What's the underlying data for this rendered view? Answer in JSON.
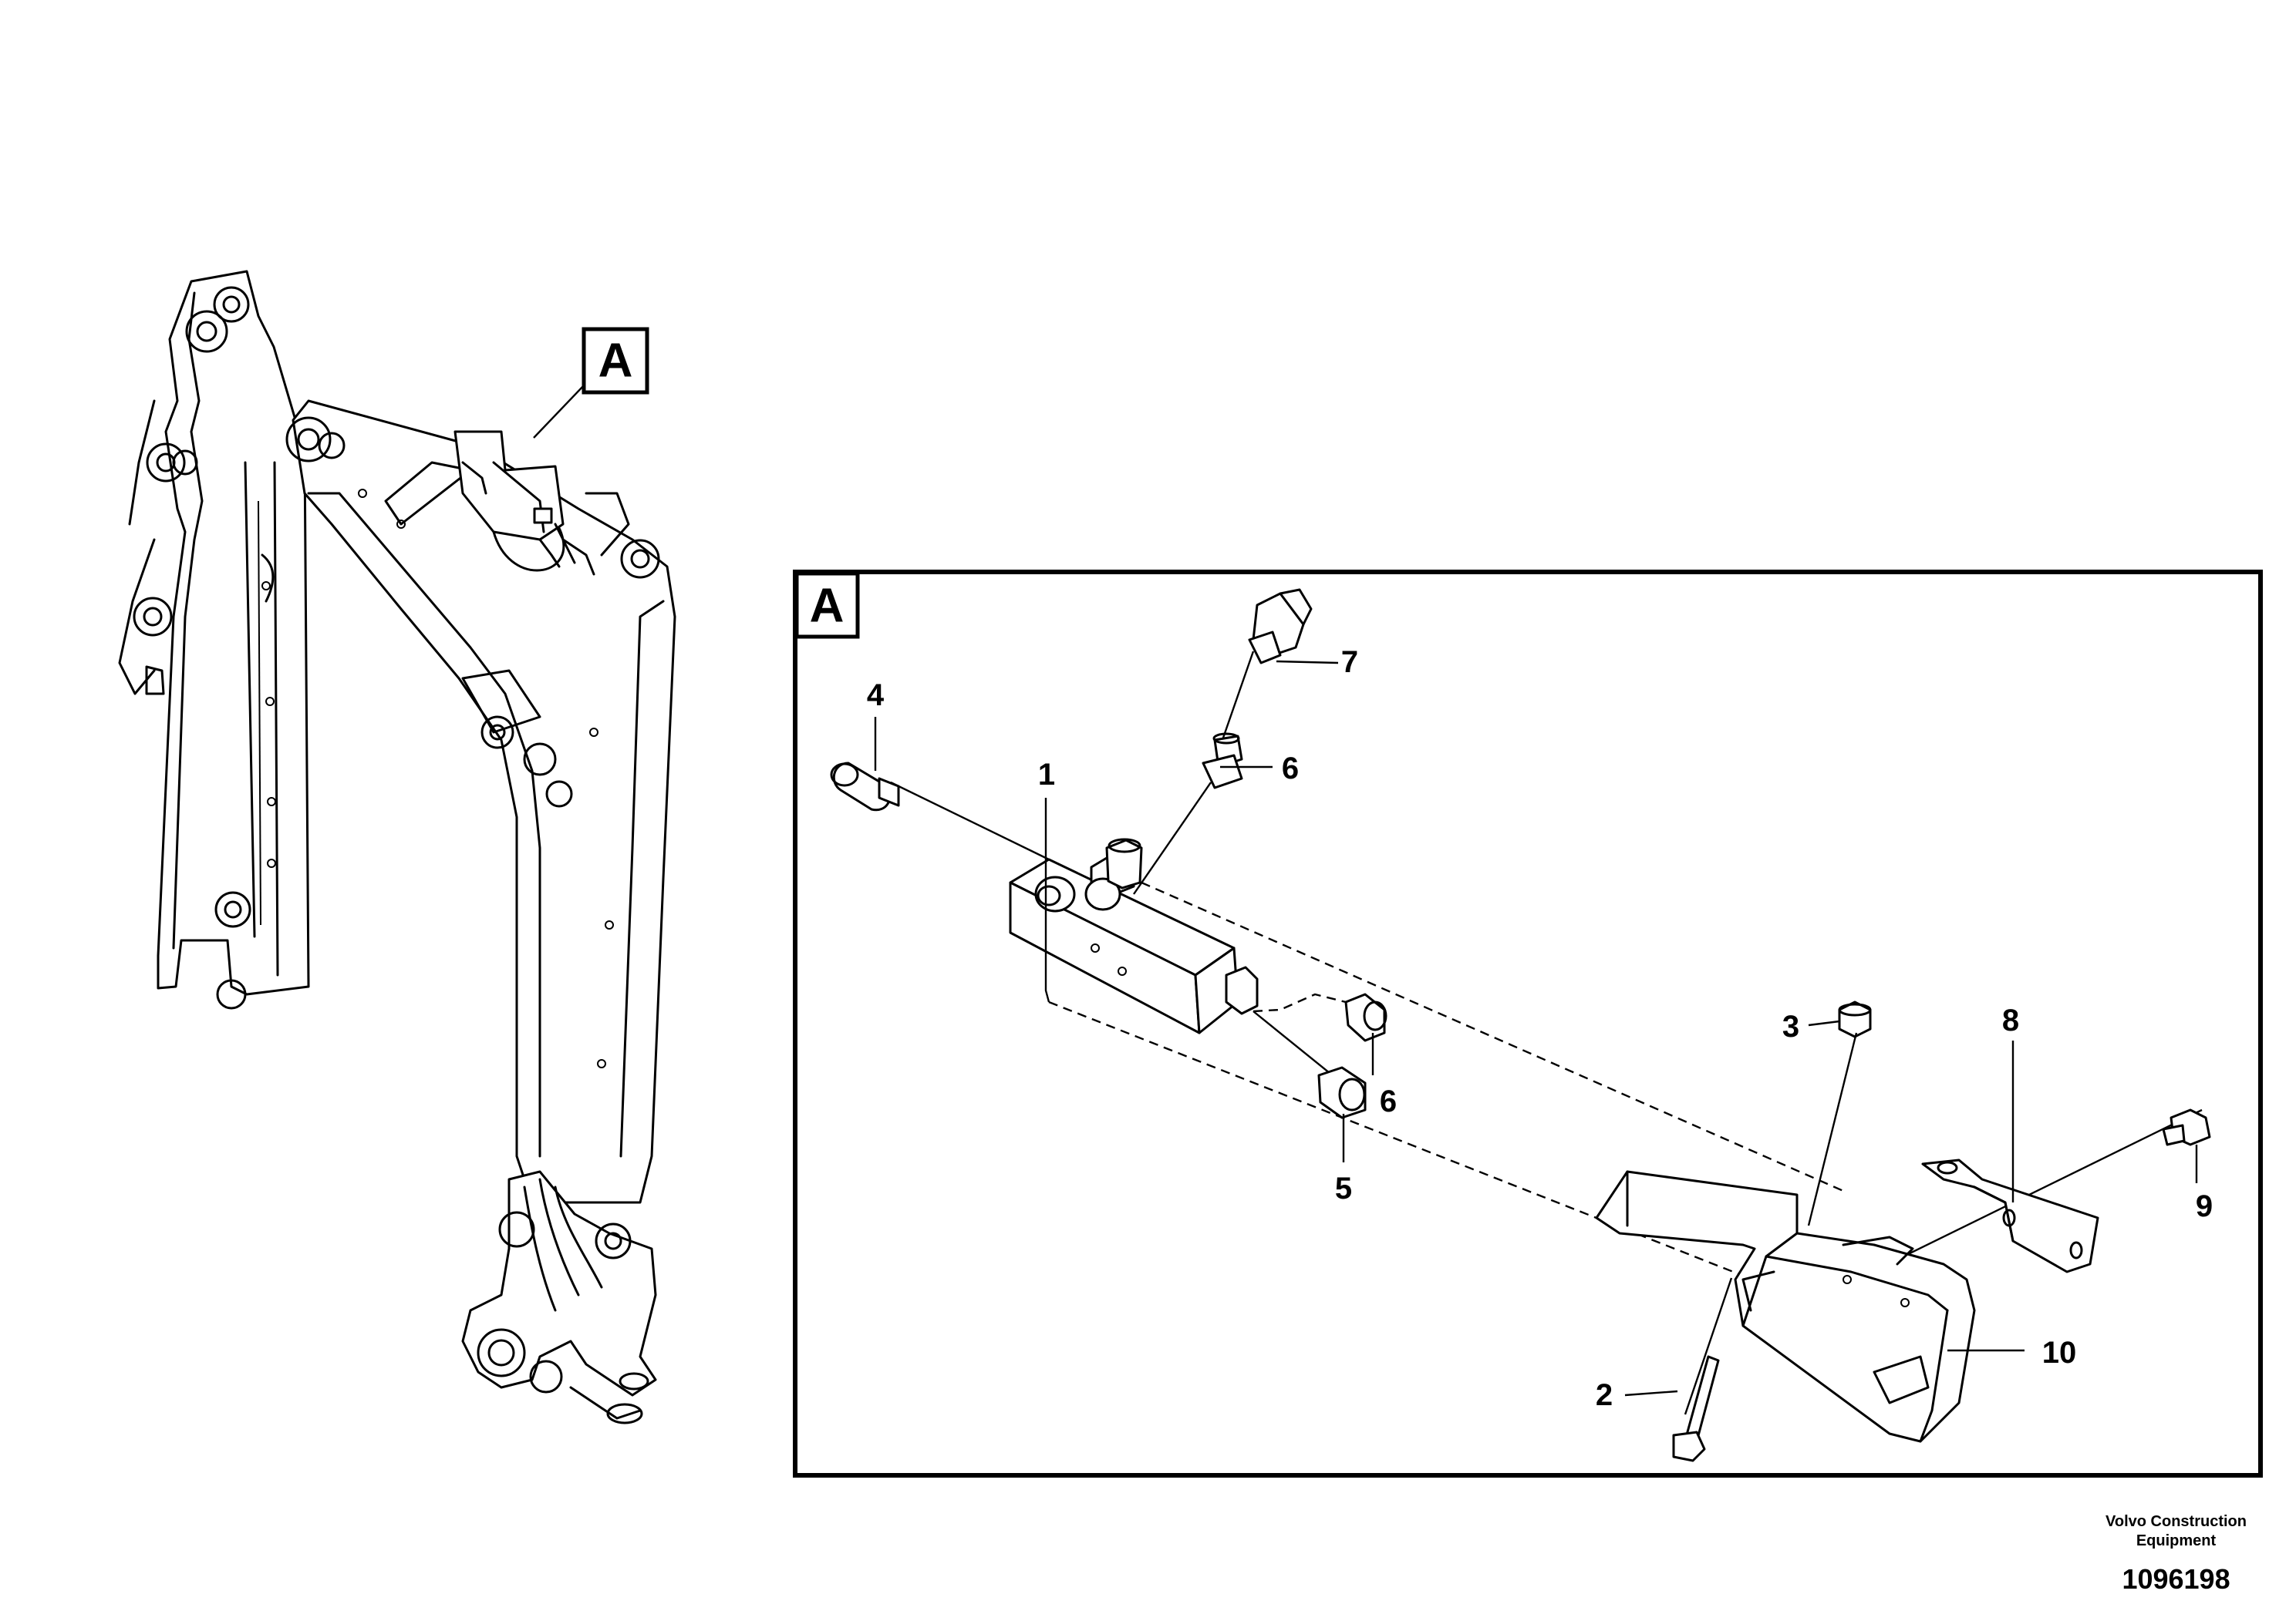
{
  "view_label": "A",
  "detail_label": "A",
  "callouts": {
    "c1": "1",
    "c2": "2",
    "c3": "3",
    "c4": "4",
    "c5": "5",
    "c6a": "6",
    "c6b": "6",
    "c7": "7",
    "c8": "8",
    "c9": "9",
    "c10": "10"
  },
  "footer": {
    "brand_line1": "Volvo Construction",
    "brand_line2": "Equipment",
    "drawing_number": "1096198"
  }
}
